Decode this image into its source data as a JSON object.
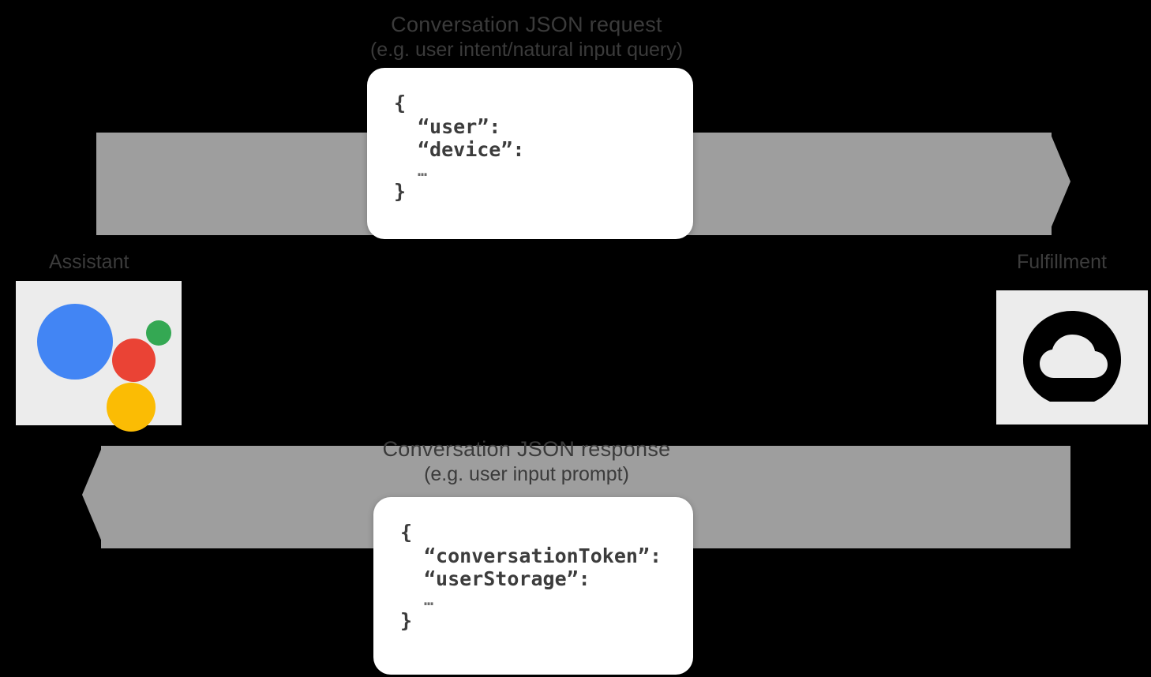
{
  "diagram": {
    "type": "sequence-flow",
    "background_color": "#000000",
    "band_color": "#9e9e9e",
    "tile_color": "#ececec"
  },
  "nodes": [
    {
      "id": "assistant",
      "label": "Assistant",
      "icon": "google-assistant-logo",
      "colors": {
        "blue": "#4285F4",
        "red": "#EA4335",
        "yellow": "#FBBC04",
        "green": "#34A853"
      }
    },
    {
      "id": "fulfillment",
      "label": "Fulfillment",
      "icon": "cloud-logo"
    }
  ],
  "flows": [
    {
      "id": "request",
      "direction": "assistant-to-fulfillment",
      "caption": {
        "line1": "Conversation JSON request",
        "line2": "(e.g. user intent/natural input query)"
      },
      "payload": {
        "lines": [
          "{",
          "“user”:",
          "“device”:",
          "…",
          "}"
        ]
      }
    },
    {
      "id": "response",
      "direction": "fulfillment-to-assistant",
      "caption": {
        "line1": "Conversation JSON response",
        "line2": "(e.g. user input prompt)"
      },
      "payload": {
        "lines": [
          "{",
          "“conversationToken”:",
          "“userStorage”:",
          "…",
          "}"
        ]
      }
    }
  ]
}
